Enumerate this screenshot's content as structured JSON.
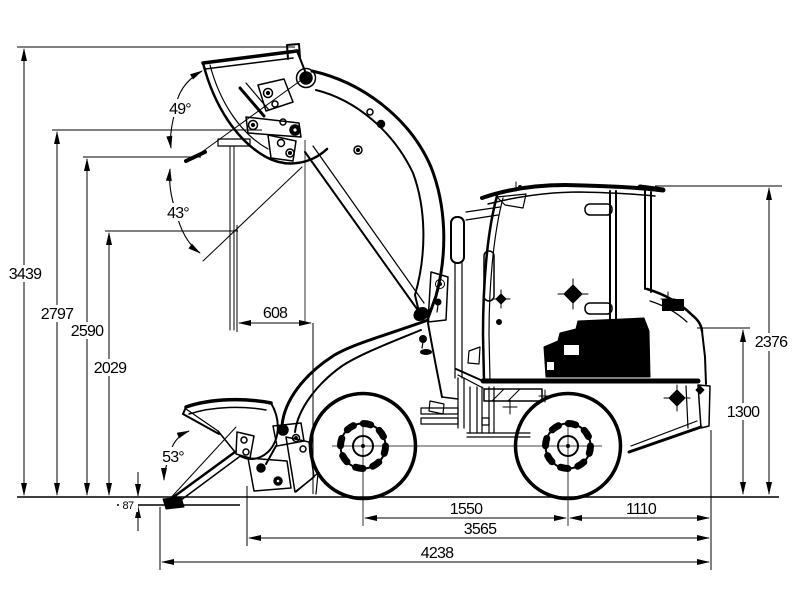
{
  "colors": {
    "ink": "#000000",
    "background": "#ffffff"
  },
  "labels": {
    "overall_height_raised": "3439",
    "hinge_pin_height": "2797",
    "dump_height": "2590",
    "load_over_height": "2029",
    "dump_reach": "608",
    "cab_height": "2376",
    "rear_height": "1300",
    "wheelbase": "1550",
    "rear_overhang": "1110",
    "body_length": "3565",
    "overall_length": "4238",
    "dig_depth": "87",
    "dump_angle": "49°",
    "rollback_angle_high": "43°",
    "bucket_ground_angle": "53°"
  }
}
